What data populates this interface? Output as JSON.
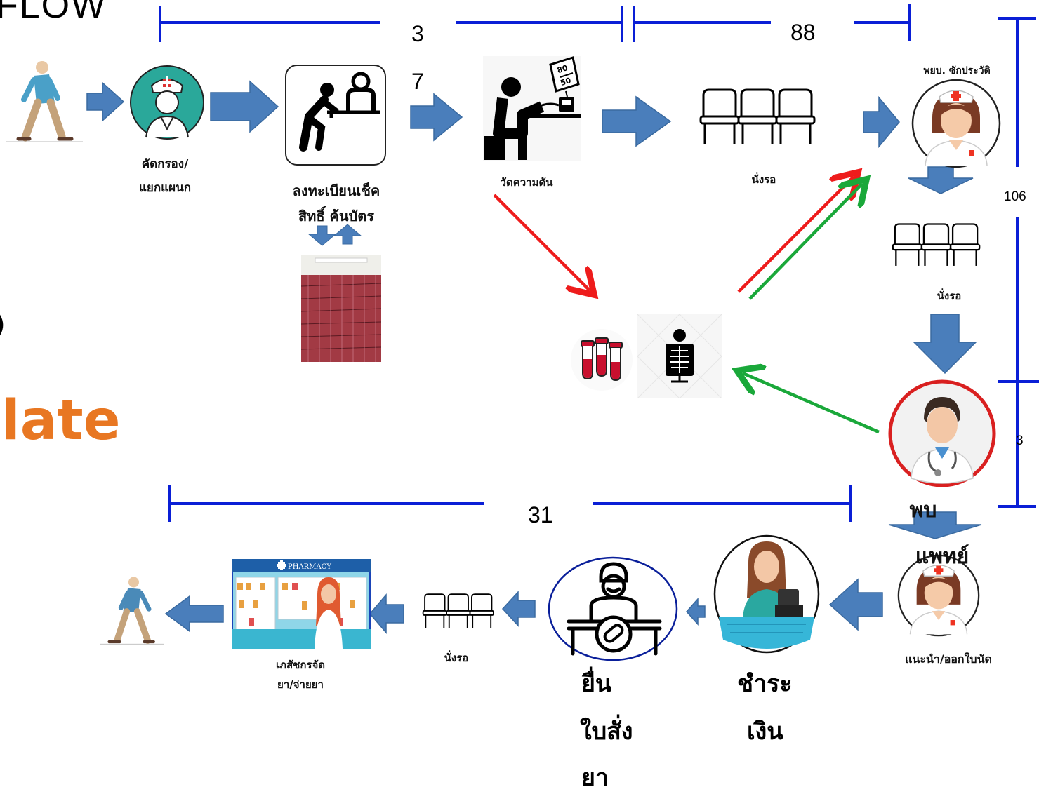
{
  "title_fragment": "FLOW",
  "orange_fragment": "late",
  "durations": {
    "d1": "3",
    "d2": "7",
    "d3": "88",
    "d4": "106",
    "d5": "3",
    "d6": "31"
  },
  "labels": {
    "triage_line1": "คัดกรอง/",
    "triage_line2": "แยกแผนก",
    "register_line1": "ลงทะเบียนเช็ค",
    "register_line2": "สิทธิ์ ค้นบัตร",
    "bp": "วัดความดัน",
    "wait1": "นั่งรอ",
    "nurse_history": "พยบ. ซักประวัติ",
    "wait2": "นั่งรอ",
    "doctor_line1": "พบ",
    "doctor_line2": "แพทย์",
    "advice": "แนะนำ/ออกใบนัด",
    "payment_line1": "ชำระ",
    "payment_line2": "เงิน",
    "submit_line1": "ยื่น",
    "submit_line2": "ใบสั่ง",
    "submit_line3": "ยา",
    "wait3": "นั่งรอ",
    "pharmacy_line1": "เภสัชกรจัด",
    "pharmacy_line2": "ยา/จ่ายยา",
    "pharmacy_sign": "PHARMACY",
    "bp_monitor_top": "80",
    "bp_monitor_bottom": "50"
  },
  "colors": {
    "flow_arrow": "#4a7ebb",
    "timeline": "#0a1fd6",
    "red_arrow": "#ee1c1c",
    "green_arrow": "#1aa83a",
    "orange_text": "#e87722",
    "triage_circle": "#2aa89a",
    "doctor_ring": "#d92020"
  },
  "icons": [
    "walking-person-icon",
    "triage-nurse-icon",
    "registration-desk-icon",
    "medical-records-icon",
    "blood-pressure-icon",
    "waiting-chairs-icon",
    "nurse-icon",
    "doctor-icon",
    "blood-test-icon",
    "xray-icon",
    "cashier-icon",
    "pharmacist-desk-icon",
    "pharmacy-icon"
  ]
}
